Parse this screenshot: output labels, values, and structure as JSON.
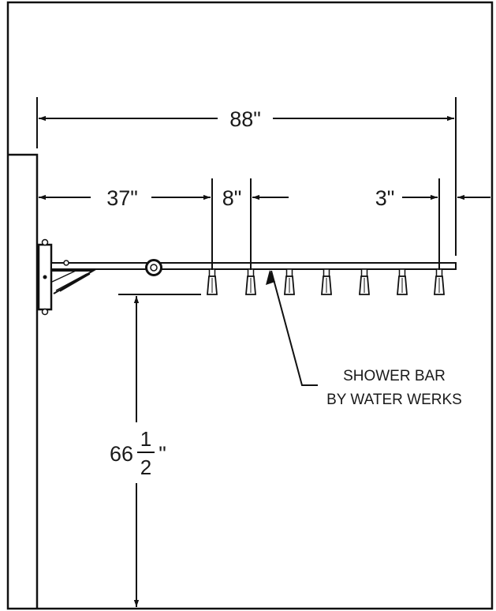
{
  "dimensions": {
    "overall_width": "88\"",
    "wall_to_first_head": "37\"",
    "head_spacing": "8\"",
    "end_offset": "3\"",
    "mount_height_whole": "66",
    "mount_height_numerator": "1",
    "mount_height_denominator": "2",
    "mount_height_unit": "\""
  },
  "note": {
    "line1": "SHOWER BAR",
    "line2": "BY WATER WERKS"
  },
  "shower_head_count": 7
}
